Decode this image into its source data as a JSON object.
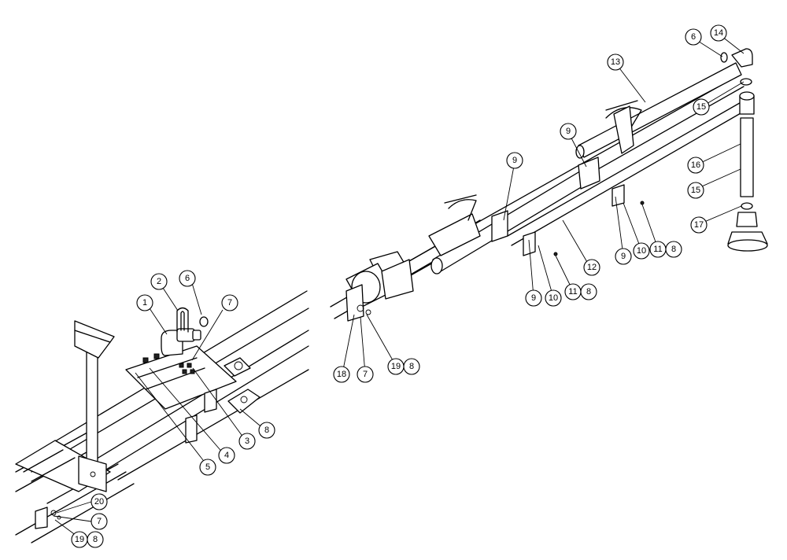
{
  "diagram": {
    "callouts": [
      {
        "id": "c1",
        "label": "1"
      },
      {
        "id": "c2",
        "label": "2"
      },
      {
        "id": "c6a",
        "label": "6"
      },
      {
        "id": "c7a",
        "label": "7"
      },
      {
        "id": "c3",
        "label": "3"
      },
      {
        "id": "c4",
        "label": "4"
      },
      {
        "id": "c5",
        "label": "5"
      },
      {
        "id": "c8a",
        "label": "8"
      },
      {
        "id": "c20",
        "label": "20"
      },
      {
        "id": "c7b",
        "label": "7"
      },
      {
        "id": "c19a",
        "label": "19"
      },
      {
        "id": "c8b",
        "label": "8"
      },
      {
        "id": "c18",
        "label": "18"
      },
      {
        "id": "c7c",
        "label": "7"
      },
      {
        "id": "c19b",
        "label": "19"
      },
      {
        "id": "c8c",
        "label": "8"
      },
      {
        "id": "c9a",
        "label": "9"
      },
      {
        "id": "c9b",
        "label": "9"
      },
      {
        "id": "c10a",
        "label": "10"
      },
      {
        "id": "c11a",
        "label": "11"
      },
      {
        "id": "c8d",
        "label": "8"
      },
      {
        "id": "c12",
        "label": "12"
      },
      {
        "id": "c9c",
        "label": "9"
      },
      {
        "id": "c9d",
        "label": "9"
      },
      {
        "id": "c10b",
        "label": "10"
      },
      {
        "id": "c11b",
        "label": "11"
      },
      {
        "id": "c8e",
        "label": "8"
      },
      {
        "id": "c13",
        "label": "13"
      },
      {
        "id": "c6b",
        "label": "6"
      },
      {
        "id": "c14",
        "label": "14"
      },
      {
        "id": "c15a",
        "label": "15"
      },
      {
        "id": "c16",
        "label": "16"
      },
      {
        "id": "c15b",
        "label": "15"
      },
      {
        "id": "c17",
        "label": "17"
      }
    ]
  }
}
